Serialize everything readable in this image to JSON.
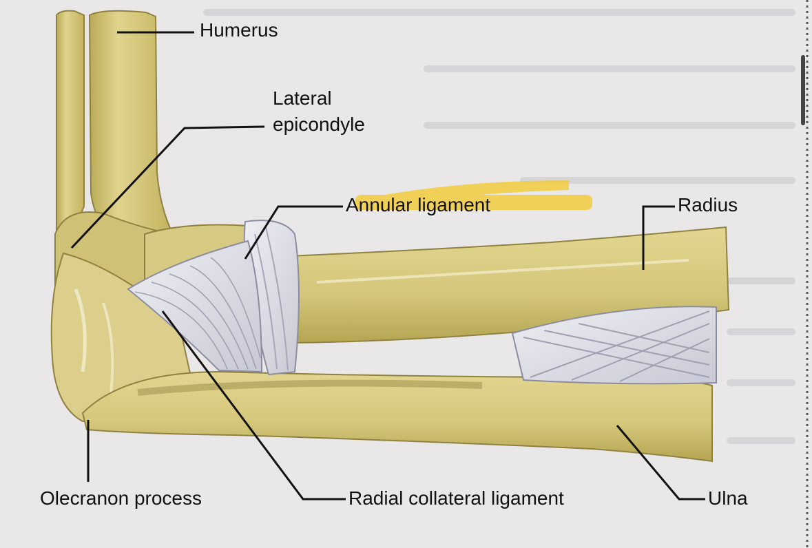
{
  "labels": {
    "humerus": "Humerus",
    "lateral_epicondyle_line1": "Lateral",
    "lateral_epicondyle_line2": "epicondyle",
    "annular_ligament": "Annular ligament",
    "radius": "Radius",
    "olecranon_process": "Olecranon process",
    "radial_collateral_ligament": "Radial collateral ligament",
    "ulna": "Ulna"
  },
  "colors": {
    "bone": "#d8cc82",
    "bone_shadow": "#a89a48",
    "ligament": "#dcdce4",
    "ligament_stroke": "#8c8ca0",
    "highlight": "#f3cc3e",
    "paper": "#e9e7e8"
  }
}
